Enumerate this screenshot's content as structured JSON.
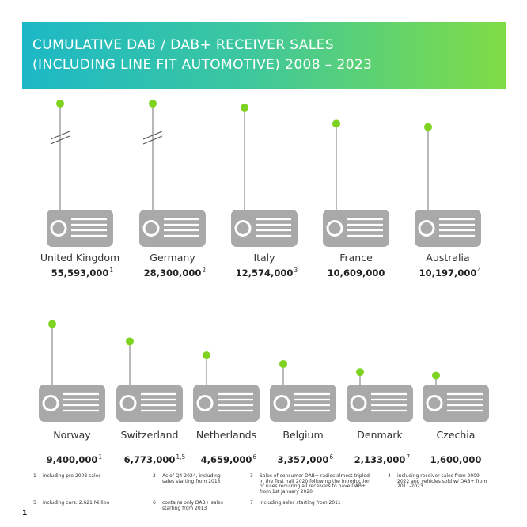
{
  "title": {
    "line1": "CUMULATIVE DAB / DAB+ RECEIVER SALES",
    "line2": "(INCLUDING LINE FIT AUTOMOTIVE) 2008 – 2023"
  },
  "colors": {
    "accent_green": "#7ed321",
    "radio_grey": "#a9a9a9",
    "banner_start": "#1cb8c6",
    "banner_end": "#7fdc45"
  },
  "chart_data": {
    "type": "bar",
    "title": "CUMULATIVE DAB / DAB+ RECEIVER SALES (INCLUDING LINE FIT AUTOMOTIVE) 2008 – 2023",
    "axis_break_note": "antennas for United Kingdom and Germany are shown with a break mark",
    "categories": [
      "United Kingdom",
      "Germany",
      "Italy",
      "France",
      "Australia",
      "Norway",
      "Switzerland",
      "Netherlands",
      "Belgium",
      "Denmark",
      "Czechia"
    ],
    "values": [
      55593000,
      28300000,
      12574000,
      10609000,
      10197000,
      9400000,
      6773000,
      4659000,
      3357000,
      2133000,
      1600000
    ],
    "value_labels": [
      "55,593,000",
      "28,300,000",
      "12,574,000",
      "10,609,000",
      "10,197,000",
      "9,400,000",
      "6,773,000",
      "4,659,000",
      "3,357,000",
      "2,133,000",
      "1,600,000"
    ],
    "superscripts": [
      "1",
      "2",
      "3",
      "",
      "4",
      "1",
      "1,5",
      "6",
      "6",
      "7",
      ""
    ],
    "broken": [
      true,
      true,
      false,
      false,
      false,
      false,
      false,
      false,
      false,
      false,
      false
    ]
  },
  "footnotes": [
    {
      "num": "1",
      "text": "including pre 2008 sales"
    },
    {
      "num": "2",
      "text": "As of Q4 2024, including sales starting from 2013"
    },
    {
      "num": "3",
      "text": "Sales of consumer DAB+ radios almost tripled in the first half 2020 following the introduction of rules requiring all receivers to have DAB+ from 1st January 2020"
    },
    {
      "num": "4",
      "text": "including receiver sales from 2009-2022 and vehicles sold w/ DAB+ from 2011-2023"
    },
    {
      "num": "5",
      "text": "including cars: 2.621 Million"
    },
    {
      "num": "6",
      "text": "contains only DAB+ sales starting from 2013"
    },
    {
      "num": "7",
      "text": "including sales starting from 2011"
    }
  ],
  "page_number": "1"
}
